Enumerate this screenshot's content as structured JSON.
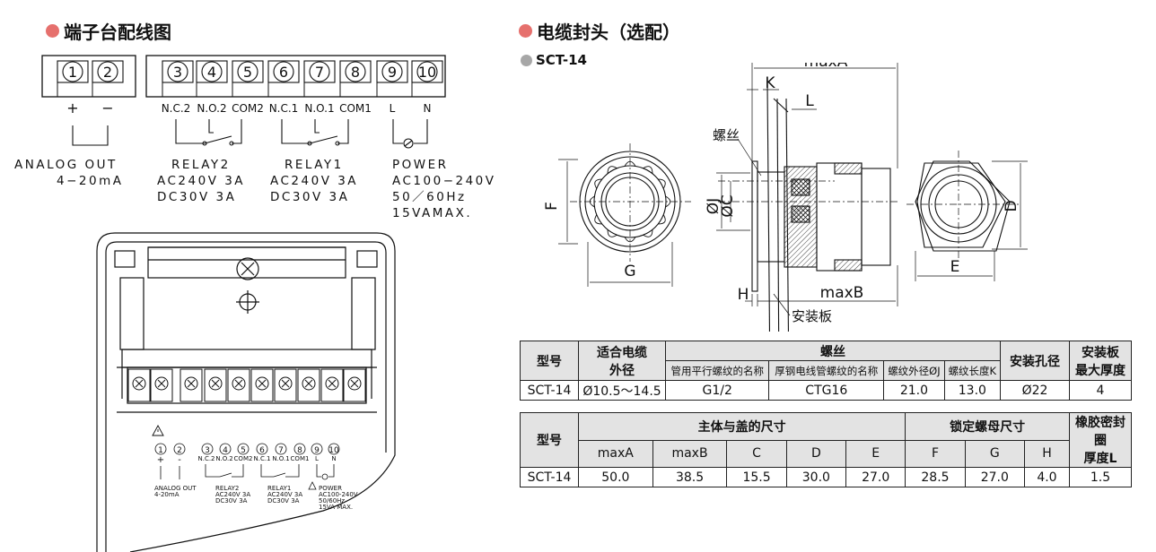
{
  "left_heading": "端子台配线图",
  "right_heading": "电缆封头（选配）",
  "model": "SCT-14",
  "terminals": [
    "1",
    "2",
    "3",
    "4",
    "5",
    "6",
    "7",
    "8",
    "9",
    "10"
  ],
  "terminal_labels": {
    "plus": "+",
    "minus": "−",
    "nc2": "N.C.2",
    "no2": "N.O.2",
    "com2": "COM2",
    "nc1": "N.C.1",
    "no1": "N.O.1",
    "com1": "COM1",
    "l": "L",
    "n": "N"
  },
  "groups": {
    "analog": [
      "ANALOG OUT",
      "4−20mA"
    ],
    "relay2": [
      "RELAY2",
      "AC240V 3A",
      "DC30V 3A"
    ],
    "relay1": [
      "RELAY1",
      "AC240V 3A",
      "DC30V 3A"
    ],
    "power": [
      "POWER",
      "AC100−240V",
      "50／60Hz",
      "15VAMAX."
    ]
  },
  "device_labels": {
    "terminals": [
      "1",
      "2",
      "3",
      "4",
      "5",
      "6",
      "7",
      "8",
      "9",
      "10"
    ],
    "plus": "+",
    "minus": "-",
    "nc2": "N.C.2",
    "no2": "N.O.2",
    "com2": "COM2",
    "nc1": "N.C.1",
    "no1": "N.O.1",
    "com1": "COM1",
    "l": "L",
    "n": "N",
    "analog": [
      "ANALOG OUT",
      "4-20mA"
    ],
    "relay2": [
      "RELAY2",
      "AC240V 3A",
      "DC30V 3A"
    ],
    "relay1": [
      "RELAY1",
      "AC240V 3A",
      "DC30V 3A"
    ],
    "power": [
      "POWER",
      "AC100-240V",
      "50/60Hz",
      "15VA MAX."
    ]
  },
  "dimension_labels": {
    "maxA": "maxA",
    "maxB": "maxB",
    "K": "K",
    "L": "L",
    "H": "H",
    "F": "F",
    "G": "G",
    "D": "D",
    "E": "E",
    "J": "ØJ",
    "C": "ØC",
    "thread": "螺丝",
    "plate": "安装板"
  },
  "table1": {
    "h_model": "型号",
    "h_cable": [
      "适合电缆",
      "外径"
    ],
    "h_thread": "螺丝",
    "h_thread_sub": [
      "管用平行螺纹的名称",
      "厚钢电线管螺纹的名称",
      "螺纹外径ØJ",
      "螺纹长度K"
    ],
    "h_hole": "安装孔径",
    "h_plate": [
      "安装板",
      "最大厚度"
    ],
    "row": [
      "SCT-14",
      "Ø10.5～14.5",
      "G1/2",
      "CTG16",
      "21.0",
      "13.0",
      "Ø22",
      "4"
    ]
  },
  "table2": {
    "h_model": "型号",
    "h_body": "主体与盖的尺寸",
    "h_nut": "锁定螺母尺寸",
    "h_seal": [
      "橡胶密封圈",
      "厚度L"
    ],
    "cols": [
      "maxA",
      "maxB",
      "C",
      "D",
      "E",
      "F",
      "G",
      "H"
    ],
    "row": [
      "SCT-14",
      "50.0",
      "38.5",
      "15.5",
      "30.0",
      "27.0",
      "28.5",
      "27.0",
      "4.0",
      "1.5"
    ]
  }
}
